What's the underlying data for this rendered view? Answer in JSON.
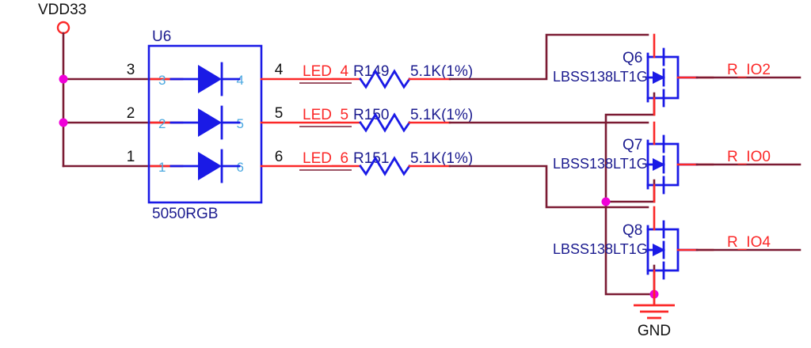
{
  "diagram": {
    "title": "RGB LED driver schematic",
    "colors": {
      "wire": "#7b1b33",
      "pin_wire": "#fb2828",
      "symbol": "#1a1ae6",
      "junction": "#f000d8",
      "net_label": "#fb2828",
      "designator": "#1b1b8f",
      "inner_pin": "#4aa8e0",
      "background": "#ffffff"
    },
    "power_ports": [
      {
        "name": "vdd33-port",
        "label": "VDD33",
        "symbol": "power-circle-icon"
      },
      {
        "name": "gnd-port",
        "label": "GND",
        "symbol": "ground-icon"
      }
    ],
    "components": {
      "led": {
        "designator": "U6",
        "value": "5050RGB",
        "symbol": "led-array-icon",
        "pins_left": [
          {
            "number": "3"
          },
          {
            "number": "2"
          },
          {
            "number": "1"
          }
        ],
        "pins_right": [
          {
            "number": "4"
          },
          {
            "number": "5"
          },
          {
            "number": "6"
          }
        ]
      },
      "resistors": [
        {
          "designator": "R149",
          "value": "5.1K(1%)",
          "symbol": "resistor-icon"
        },
        {
          "designator": "R150",
          "value": "5.1K(1%)",
          "symbol": "resistor-icon"
        },
        {
          "designator": "R151",
          "value": "5.1K(1%)",
          "symbol": "resistor-icon"
        }
      ],
      "transistors": [
        {
          "designator": "Q6",
          "part": "LBSS138LT1G",
          "symbol": "nmos-fet-icon"
        },
        {
          "designator": "Q7",
          "part": "LBSS138LT1G",
          "symbol": "nmos-fet-icon"
        },
        {
          "designator": "Q8",
          "part": "LBSS138LT1G",
          "symbol": "nmos-fet-icon"
        }
      ]
    },
    "net_labels_mid": [
      {
        "name": "net-label-led4",
        "label": "LED_4"
      },
      {
        "name": "net-label-led5",
        "label": "LED_5"
      },
      {
        "name": "net-label-led6",
        "label": "LED_6"
      }
    ],
    "net_labels_right": [
      {
        "name": "net-label-rio2",
        "label": "R_IO2"
      },
      {
        "name": "net-label-rio0",
        "label": "R_IO0"
      },
      {
        "name": "net-label-rio4",
        "label": "R_IO4"
      }
    ]
  }
}
